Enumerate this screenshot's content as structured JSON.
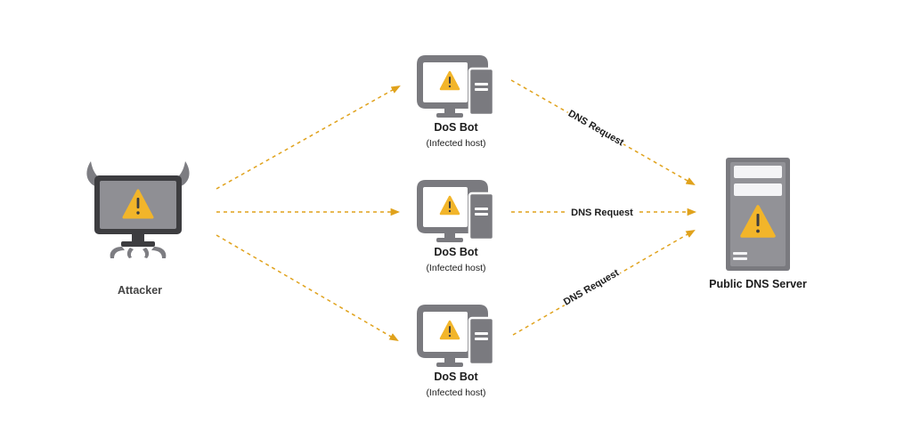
{
  "attacker": {
    "label": "Attacker"
  },
  "bots": [
    {
      "title": "DoS Bot",
      "subtitle": "(Infected host)"
    },
    {
      "title": "DoS Bot",
      "subtitle": "(Infected host)"
    },
    {
      "title": "DoS Bot",
      "subtitle": "(Infected host)"
    }
  ],
  "server": {
    "label": "Public DNS Server"
  },
  "requests": [
    {
      "label": "DNS Request"
    },
    {
      "label": "DNS Request"
    },
    {
      "label": "DNS Request"
    }
  ],
  "icons": {
    "attacker": "horned-monitor-warning-icon",
    "bot": "monitor-warning-icon",
    "server": "server-warning-icon",
    "warning": "warning-triangle-icon"
  },
  "colors": {
    "arrow": "#e0a21c",
    "warning": "#f2b52a",
    "device": "#7a7a7f",
    "screen_dark": "#3d3d40",
    "screen_fill": "#8f8f94"
  }
}
